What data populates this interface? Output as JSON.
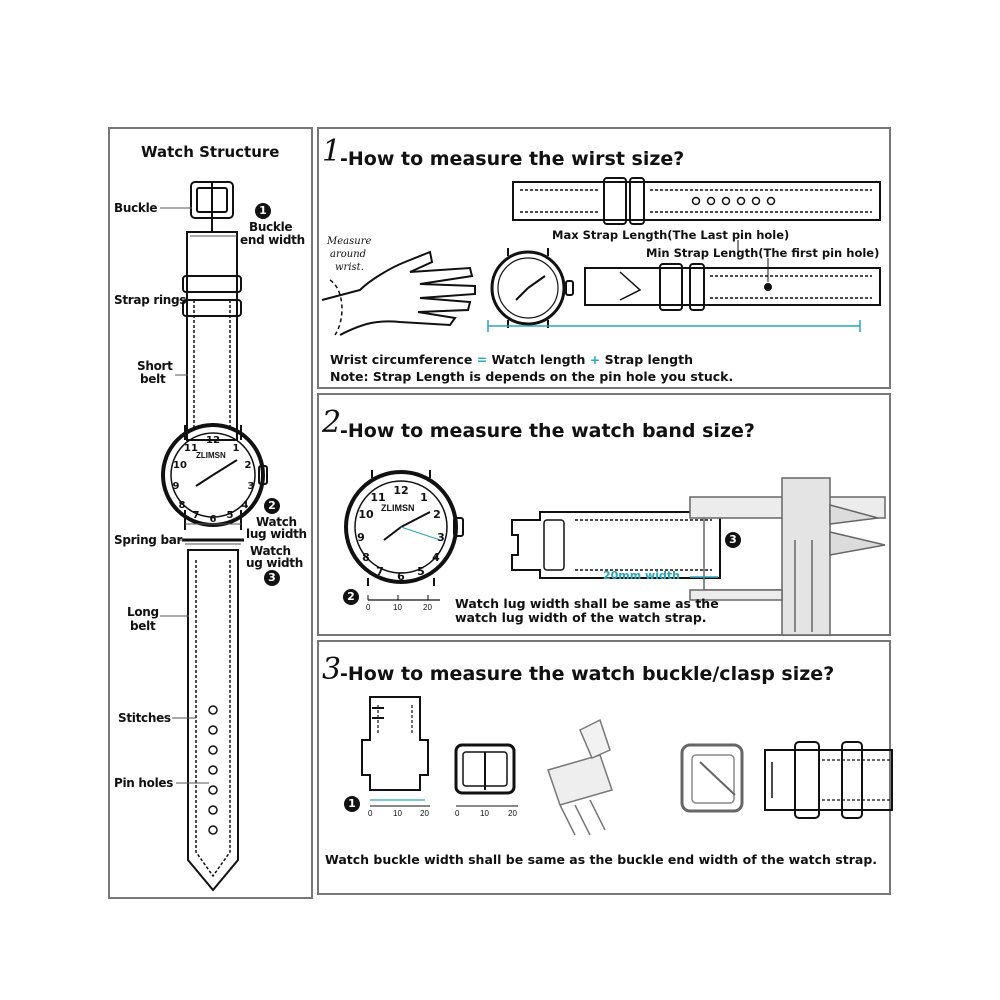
{
  "structure": {
    "title": "Watch Structure",
    "labels": {
      "buckle": "Buckle",
      "buckle_end_width_1": "Buckle",
      "buckle_end_width_2": "end width",
      "strap_rings": "Strap rings",
      "short_belt_1": "Short",
      "short_belt_2": "belt",
      "watch_lug_width_1": "Watch",
      "watch_lug_width_2": "lug width",
      "spring_bar": "Spring bar",
      "watch_ug_width_1": "Watch",
      "watch_ug_width_2": "ug width",
      "long_belt_1": "Long",
      "long_belt_2": "belt",
      "stitches": "Stitches",
      "pin_holes": "Pin holes"
    },
    "badges": {
      "one": "1",
      "two": "2",
      "three": "3"
    },
    "brand": "ZLIMSN"
  },
  "step1": {
    "number": "1",
    "title": "-How to measure the wirst size?",
    "measure_around_1": "Measure",
    "measure_around_2": "around",
    "measure_around_3": "wrist.",
    "max_strap": "Max Strap Length(The Last pin hole)",
    "min_strap": "Min Strap Length(The first pin hole)",
    "formula_a": "Wrist circumference",
    "formula_eq": "=",
    "formula_b": "Watch length",
    "formula_plus": "+",
    "formula_c": "Strap length",
    "note": "Note: Strap Length is depends on the pin hole you stuck."
  },
  "step2": {
    "number": "2",
    "title": "-How to measure the watch band size?",
    "width_label": "20mm width",
    "note_1": "Watch lug width shall be same as the",
    "note_2": "watch lug width of the watch strap.",
    "badge_2": "2",
    "badge_3": "3",
    "scale": [
      "0",
      "10",
      "20"
    ]
  },
  "step3": {
    "number": "3",
    "title": "-How to measure the watch buckle/clasp size?",
    "badge_1": "1",
    "scale_a": [
      "0",
      "10",
      "20"
    ],
    "scale_b": [
      "0",
      "10",
      "20"
    ],
    "note": "Watch buckle width shall be same as the buckle end width of the watch strap."
  },
  "colors": {
    "accent": "#2aa6b8",
    "border": "#777777",
    "line": "#111111"
  }
}
